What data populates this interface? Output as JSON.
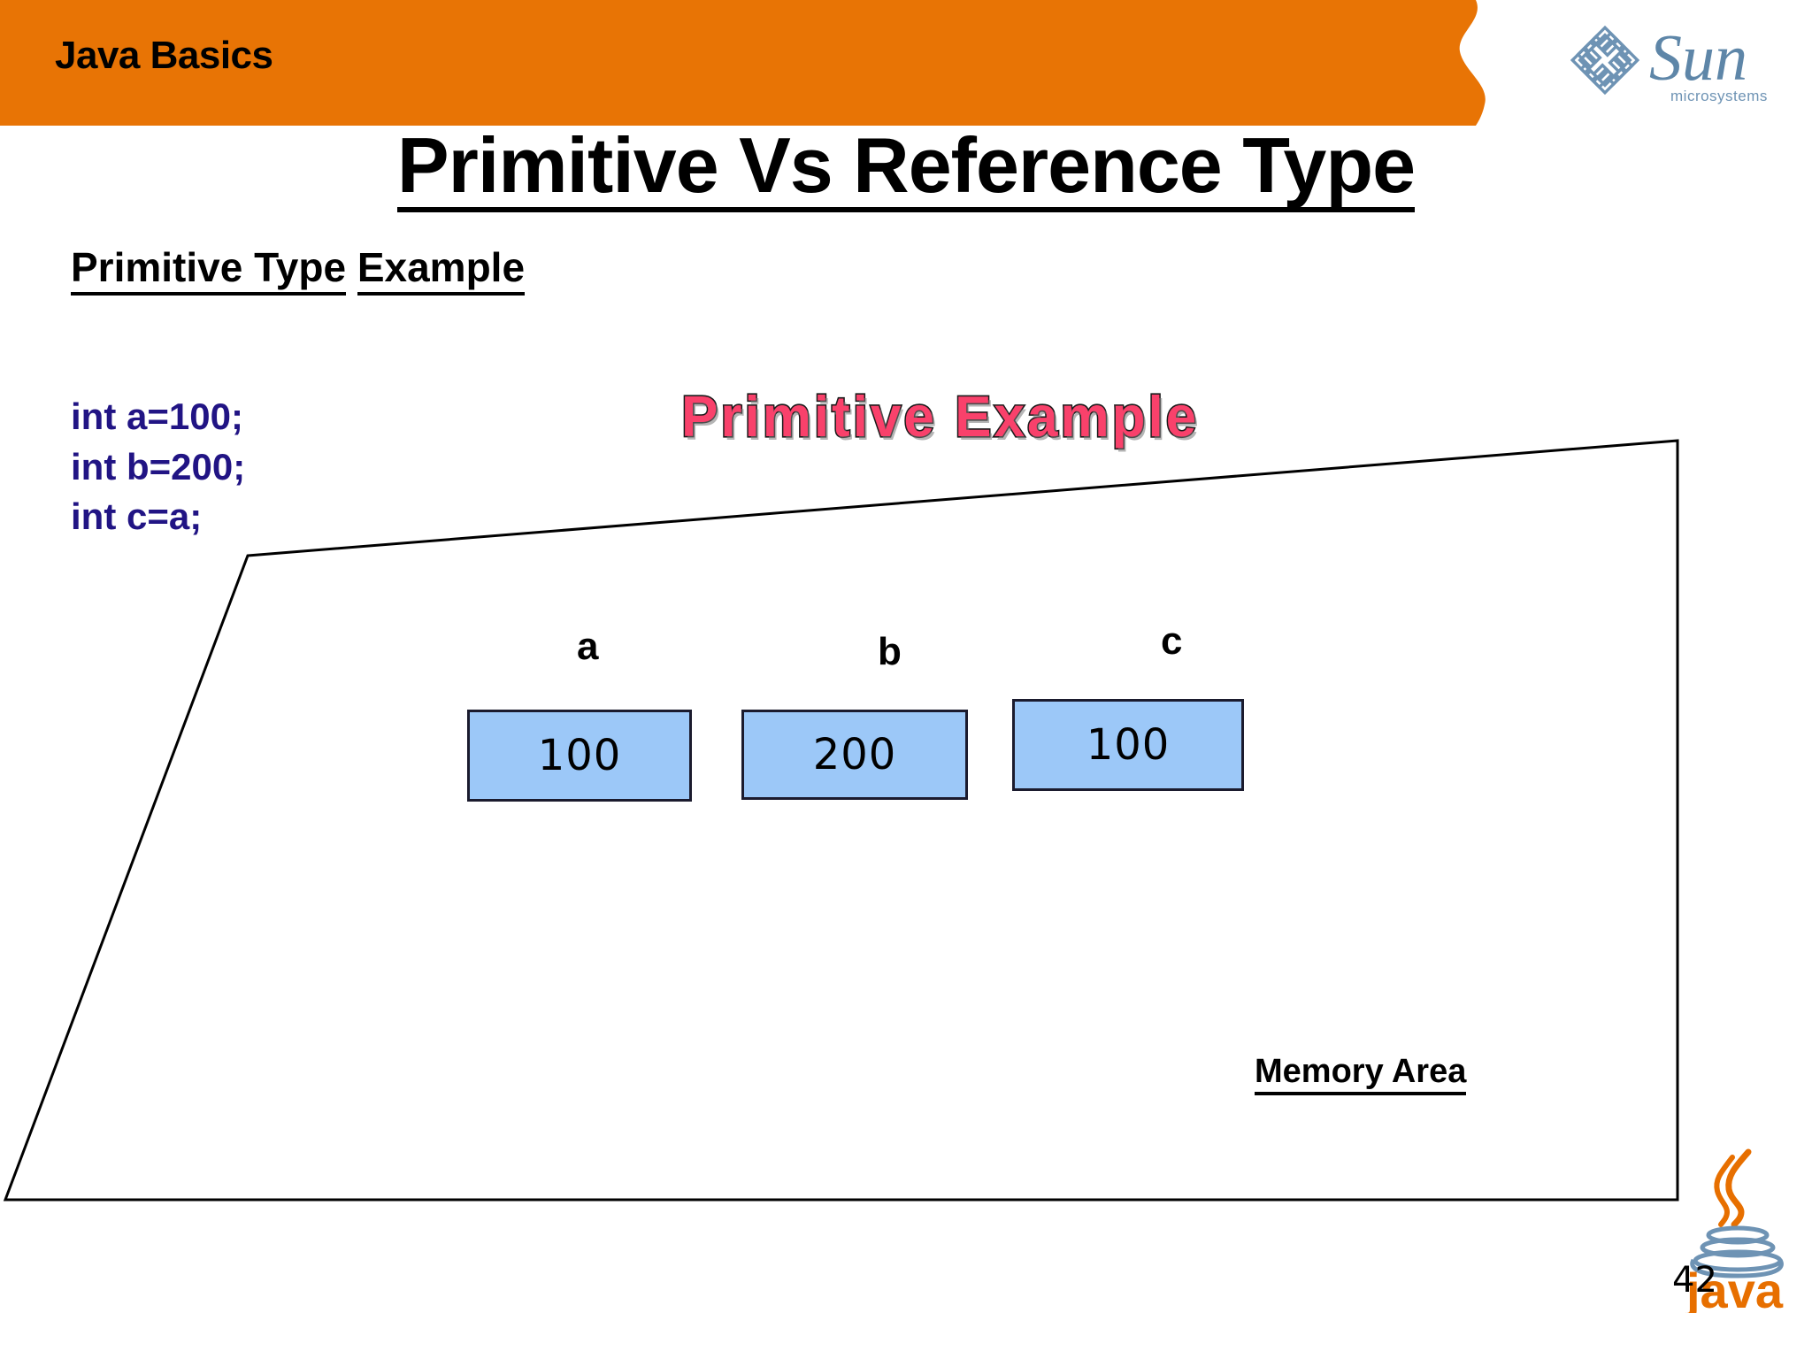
{
  "banner": {
    "title": "Java Basics",
    "color": "#E87405"
  },
  "brand": {
    "sun_logo_name": "sun-microsystems-logo",
    "sun_wordmark": "Sun",
    "sun_tagline": "microsystems",
    "sun_color": "#6E93B4",
    "java_logo_name": "java-logo",
    "java_wordmark": "Java",
    "java_color": "#E76F00"
  },
  "slide": {
    "title_part1": "Primitive Vs Reference Type",
    "sub_heading_part1": "Primitive Type",
    "sub_heading_part2": "Example",
    "page_number": "42"
  },
  "code": {
    "line1": "int a=100;",
    "line2": "int b=200;",
    "line3": "int c=a;",
    "color": "#211484"
  },
  "diagram": {
    "wordart_title": "Primitive Example",
    "wordart_color": "#F9416B",
    "memory_caption": "Memory Area",
    "box_fill": "#9CC8F8",
    "box_border": "#1b1b2e",
    "variables": [
      {
        "label": "a",
        "value": "100"
      },
      {
        "label": "b",
        "value": "200"
      },
      {
        "label": "c",
        "value": "100"
      }
    ]
  }
}
